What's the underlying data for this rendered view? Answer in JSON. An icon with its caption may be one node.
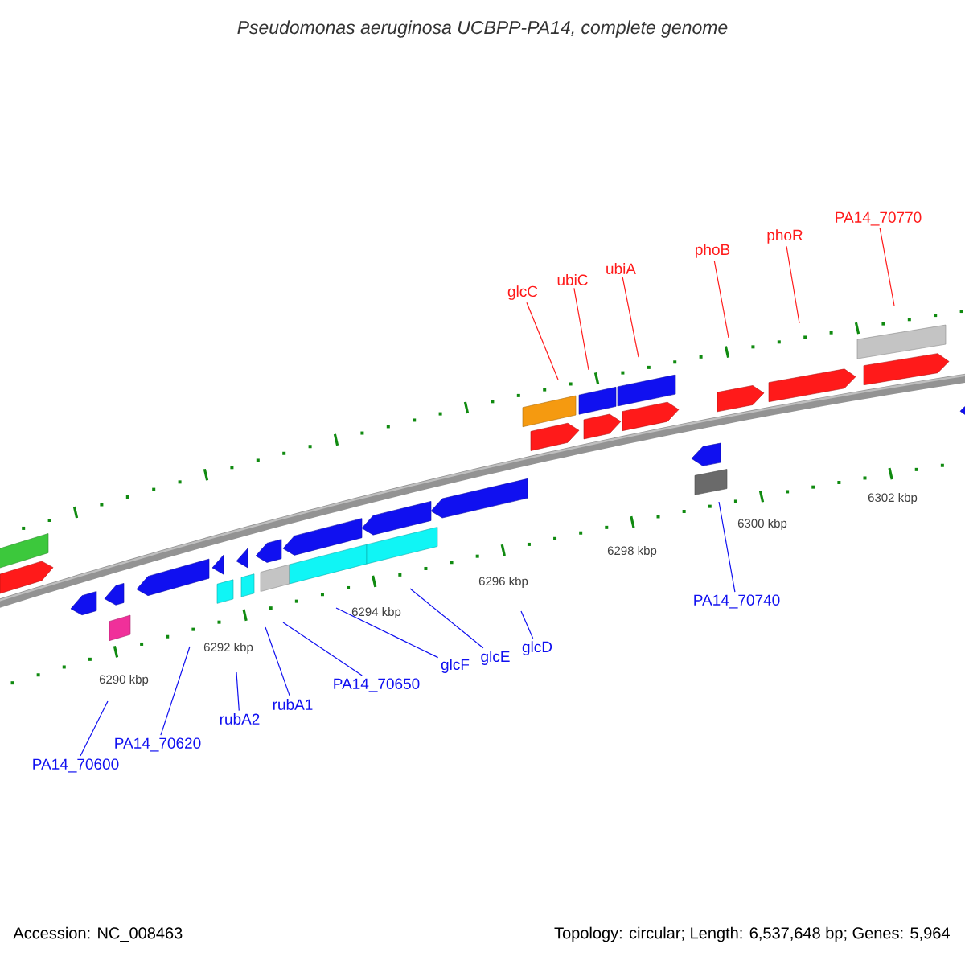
{
  "diagram": {
    "title": "Pseudomonas aeruginosa UCBPP-PA14, complete genome",
    "nodes": [
      {
        "text": [
          "glcC"
        ]
      },
      {
        "text": [
          "ubiC"
        ]
      },
      {
        "text": [
          "ubiA"
        ]
      },
      {
        "text": [
          "phoB"
        ]
      },
      {
        "text": [
          "phoR"
        ]
      },
      {
        "text": [
          "PA14_70770"
        ]
      },
      {
        "text": [
          "PA14_70600"
        ]
      },
      {
        "text": [
          "PA14_70620"
        ]
      },
      {
        "text": [
          "rubA2"
        ]
      },
      {
        "text": [
          "rubA1"
        ]
      },
      {
        "text": [
          "PA14_70650"
        ]
      },
      {
        "text": [
          "glcF"
        ]
      },
      {
        "text": [
          "glcE"
        ]
      },
      {
        "text": [
          "glcD"
        ]
      },
      {
        "text": [
          "PA14_70740"
        ]
      }
    ],
    "edges": [
      {
        "from": 0,
        "to": null,
        "arrow": "none",
        "color": "#ff0000"
      },
      {
        "from": 1,
        "to": null,
        "arrow": "none",
        "color": "#ff0000"
      },
      {
        "from": 2,
        "to": null,
        "arrow": "none",
        "color": "#ff0000"
      },
      {
        "from": 3,
        "to": null,
        "arrow": "none",
        "color": "#ff0000"
      },
      {
        "from": 4,
        "to": null,
        "arrow": "none",
        "color": "#ff0000"
      },
      {
        "from": 5,
        "to": null,
        "arrow": "none",
        "color": "#ff0000"
      },
      {
        "from": 6,
        "to": null,
        "arrow": "none"
      },
      {
        "from": 7,
        "to": null,
        "arrow": "none"
      },
      {
        "from": 8,
        "to": null,
        "arrow": "none"
      },
      {
        "from": 9,
        "to": null,
        "arrow": "none"
      },
      {
        "from": 10,
        "to": null,
        "arrow": "none"
      },
      {
        "from": 11,
        "to": null,
        "arrow": "none"
      },
      {
        "from": 12,
        "to": null,
        "arrow": "none"
      },
      {
        "from": 13,
        "to": null,
        "arrow": "none"
      },
      {
        "from": 14,
        "to": null,
        "arrow": "none"
      }
    ],
    "labels": [
      "6290 kbp",
      "6292 kbp",
      "6294 kbp",
      "6296 kbp",
      "6298 kbp",
      "6300 kbp",
      "6302 kbp",
      "Accession: NC_008463",
      "Topology: circular; Length: 6,537,648 bp; Genes: 5,964"
    ]
  }
}
